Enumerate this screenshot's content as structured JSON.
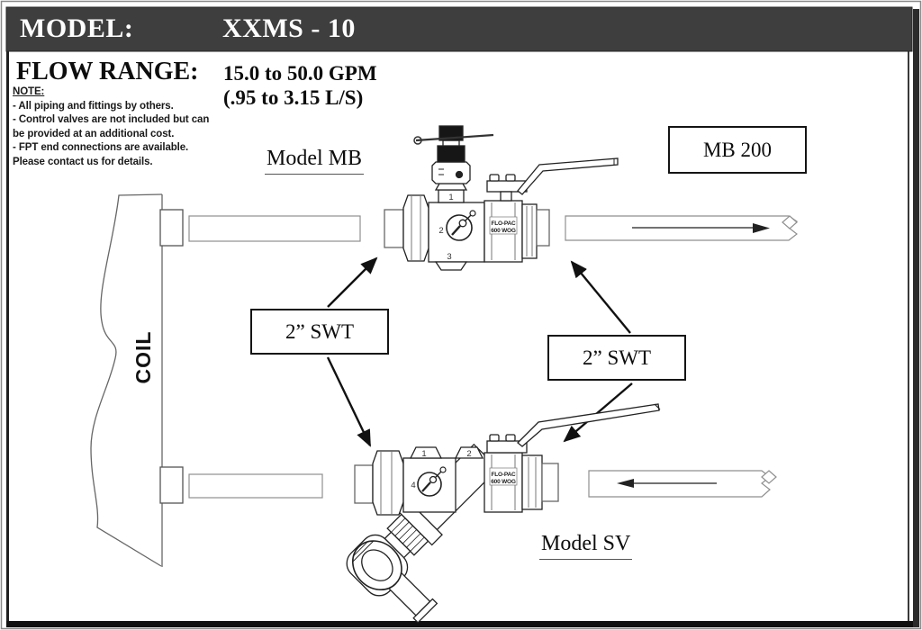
{
  "header": {
    "model_label": "MODEL:",
    "model_value": "XXMS - 10"
  },
  "flow_range": {
    "label": "FLOW RANGE:",
    "gpm": "15.0 to 50.0 GPM",
    "lps": "(.95 to 3.15 L/S)"
  },
  "note": {
    "title": "NOTE:",
    "lines": [
      "- All piping and fittings by others.",
      "- Control valves are not included but can",
      "be provided at an additional cost.",
      "- FPT end connections are available.",
      "Please contact us for details."
    ]
  },
  "diagram": {
    "coil_label": "COIL",
    "model_mb_label": "Model MB",
    "model_sv_label": "Model SV",
    "mb200_label": "MB 200",
    "swt_label_left": "2” SWT",
    "swt_label_right": "2” SWT",
    "valve_mb": {
      "port_top": "1",
      "port_mid": "2",
      "port_bottom": "3",
      "brand": "FLO-PAC",
      "rating": "600 WOG"
    },
    "valve_sv": {
      "port_1": "1",
      "port_2": "2",
      "port_4": "4",
      "brand": "FLO-PAC",
      "rating": "600 WOG"
    }
  },
  "colors": {
    "header_bg": "#3e3e3e",
    "header_text": "#ffffff",
    "line": "#1a1a1a"
  }
}
